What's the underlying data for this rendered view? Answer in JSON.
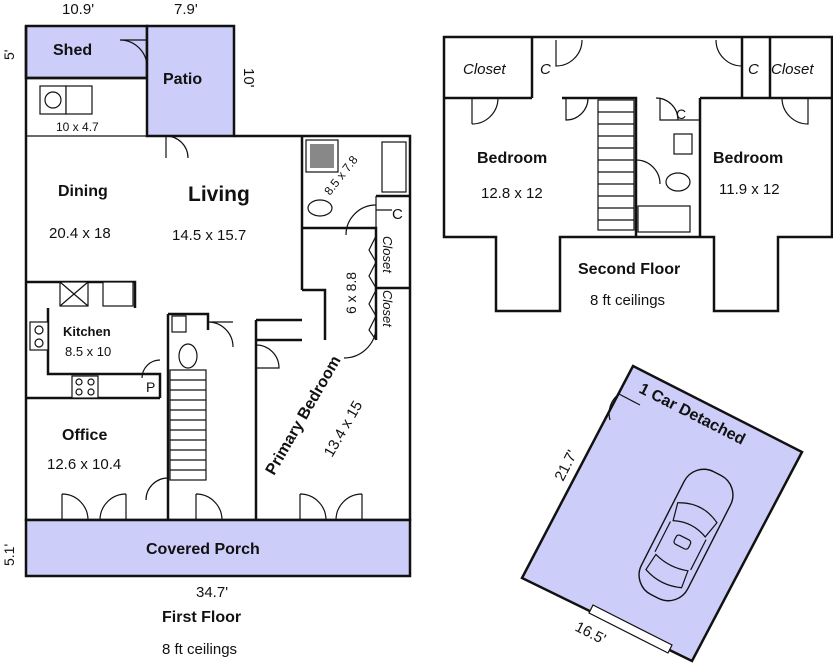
{
  "colors": {
    "accent_fill": "#cccdf8",
    "wall": "#111111",
    "background": "#ffffff"
  },
  "dimensions": {
    "top_left": "10.9'",
    "top_mid": "7.9'",
    "shed_side": "5'",
    "patio_side": "10'",
    "porch_side": "5.1'",
    "first_floor_width": "34.7'",
    "garage_depth": "21.7'",
    "garage_width": "16.5'"
  },
  "first_floor": {
    "title": "First Floor",
    "ceilings": "8 ft ceilings",
    "shed": "Shed",
    "patio": "Patio",
    "laundry_size": "10 x 4.7",
    "dining": {
      "name": "Dining",
      "size": "20.4 x 18"
    },
    "living": {
      "name": "Living",
      "size": "14.5 x 15.7"
    },
    "kitchen": {
      "name": "Kitchen",
      "size": "8.5 x 10"
    },
    "pantry": "P",
    "office": {
      "name": "Office",
      "size": "12.6 x 10.4"
    },
    "bath_size": "8.5 x 7.8",
    "closet_c": "C",
    "closet1": "Closet",
    "closet2": "Closet",
    "dressing_size": "6 x 8.8",
    "primary": {
      "name": "Primary Bedroom",
      "size": "13.4 x 15"
    },
    "porch": "Covered Porch"
  },
  "second_floor": {
    "title": "Second Floor",
    "ceilings": "8 ft ceilings",
    "closet_left": "Closet",
    "closet_right": "Closet",
    "c_left": "C",
    "c_right": "C",
    "c_bath": "C",
    "bedroom_left": {
      "name": "Bedroom",
      "size": "12.8 x 12"
    },
    "bedroom_right": {
      "name": "Bedroom",
      "size": "11.9 x 12"
    }
  },
  "garage": {
    "label": "1 Car Detached"
  }
}
